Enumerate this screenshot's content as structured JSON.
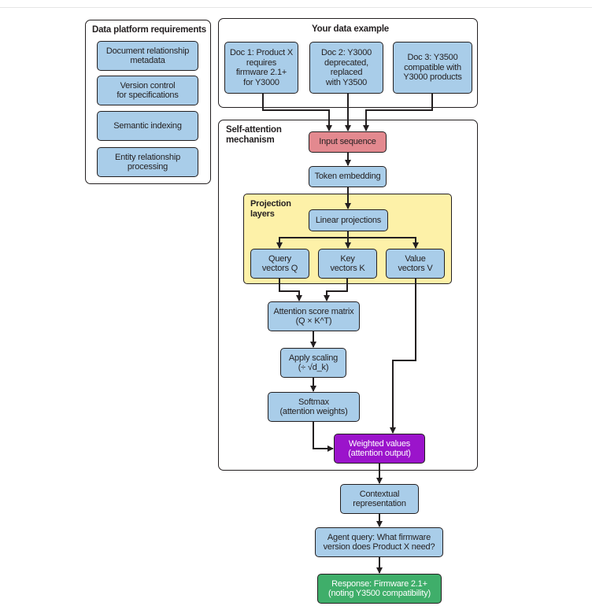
{
  "requirements": {
    "title": "Data platform requirements",
    "items": [
      "Document relationship\nmetadata",
      "Version control\nfor specifications",
      "Semantic indexing",
      "Entity relationship\nprocessing"
    ]
  },
  "example": {
    "title": "Your data example",
    "docs": [
      "Doc 1: Product X\nrequires\nfirmware 2.1+\nfor Y3000",
      "Doc 2: Y3000\ndeprecated,\nreplaced\nwith Y3500",
      "Doc 3: Y3500\ncompatible with\nY3000 products"
    ]
  },
  "attention": {
    "title": "Self-attention\nmechanism",
    "input_sequence": "Input sequence",
    "token_embedding": "Token embedding",
    "projection": {
      "title": "Projection\nlayers",
      "linear": "Linear projections",
      "query": "Query\nvectors Q",
      "key": "Key\nvectors K",
      "value": "Value\nvectors V"
    },
    "score_matrix": "Attention score matrix\n(Q × K^T)",
    "scaling": "Apply scaling\n(÷ √d_k)",
    "softmax": "Softmax\n(attention weights)",
    "weighted": "Weighted values\n(attention output)"
  },
  "flow": {
    "contextual": "Contextual\nrepresentation",
    "query": "Agent query: What firmware\nversion does Product X need?",
    "response": "Response: Firmware 2.1+\n(noting Y3500 compatibility)"
  }
}
